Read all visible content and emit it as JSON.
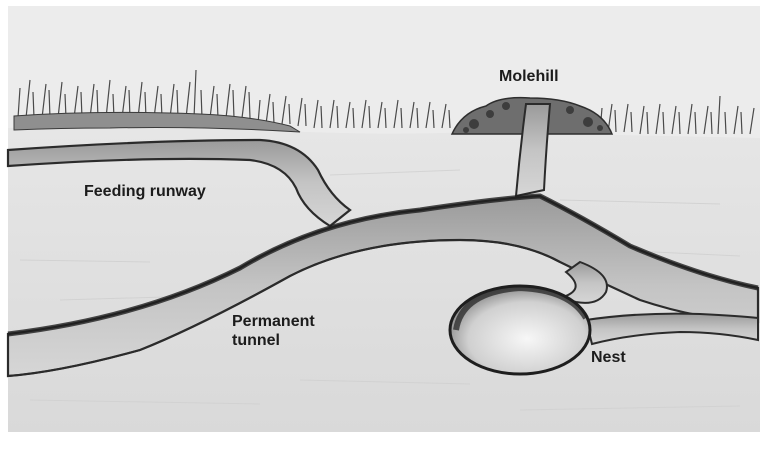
{
  "labels": {
    "molehill": "Molehill",
    "feeding_runway": "Feeding runway",
    "permanent_tunnel_line1": "Permanent",
    "permanent_tunnel_line2": "tunnel",
    "nest": "Nest"
  },
  "colors": {
    "paper": "#ffffff",
    "soil": "#e3e3e3",
    "soil_shade": "#d2d2d2",
    "sky": "#ededed",
    "grass": "#4a4a4a",
    "tunnel_fill": "#bdbdbd",
    "tunnel_dark": "#2b2b2b",
    "nest_fill": "#f2f2f2",
    "ink": "#1c1c1c"
  }
}
